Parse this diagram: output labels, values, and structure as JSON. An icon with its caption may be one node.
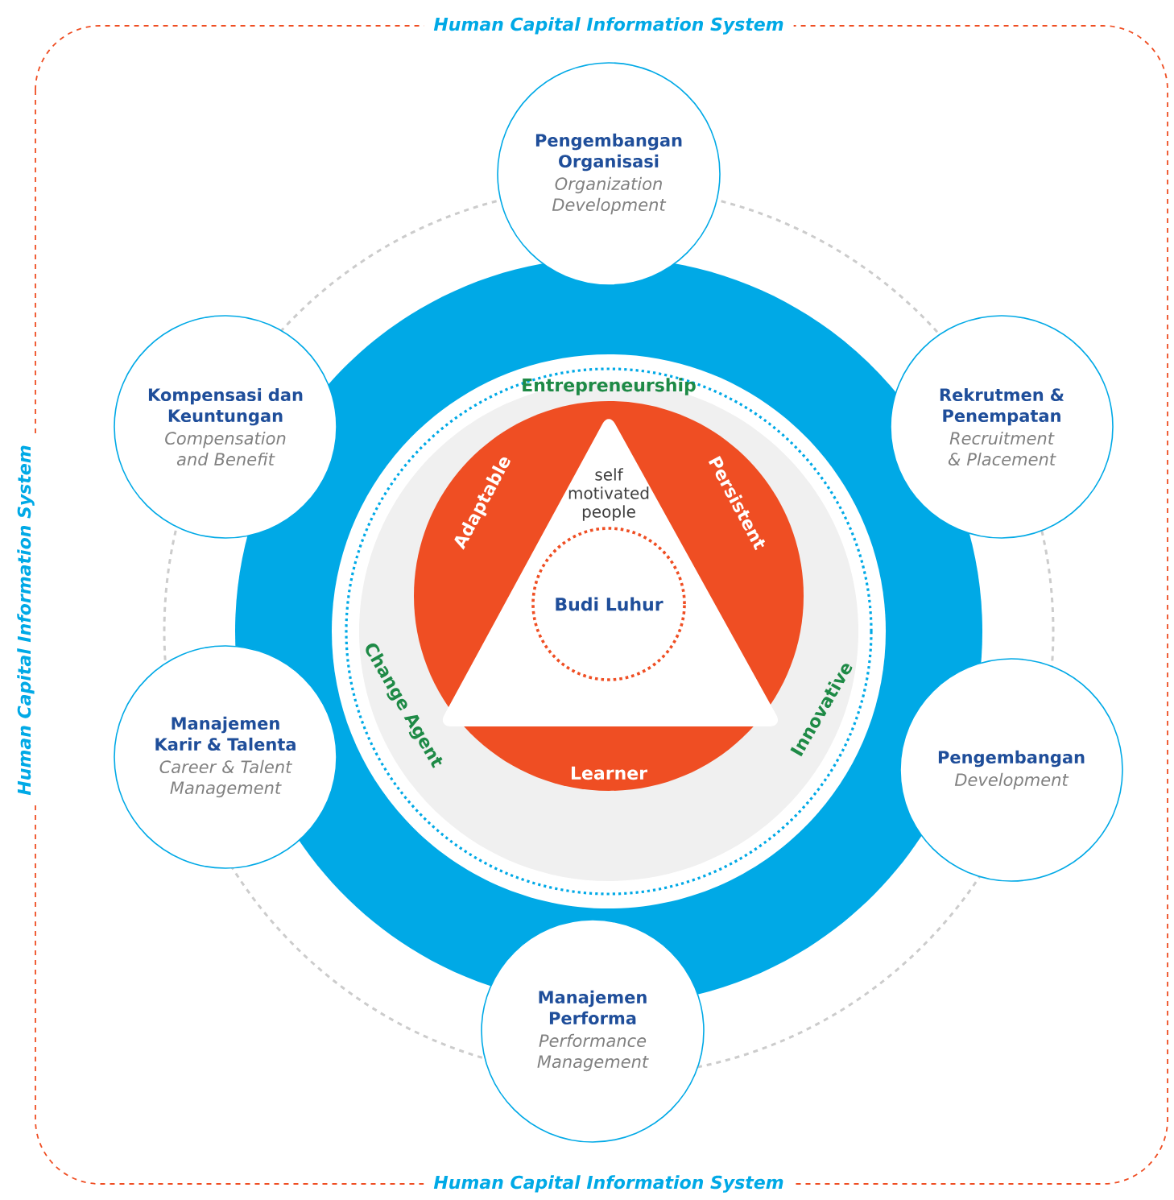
{
  "diagram": {
    "nodes": [
      {
        "text": [
          "Pengembangan Organisasi",
          "Organization Development"
        ]
      },
      {
        "text": [
          "Kompensasi dan Keuntungan",
          "Compensation and Benefit"
        ]
      },
      {
        "text": [
          "Rekrutmen & Penempatan",
          "Recruitment & Placement"
        ]
      },
      {
        "text": [
          "Manajemen Karir & Talenta",
          "Career & Talent Management"
        ]
      },
      {
        "text": [
          "Pengembangan",
          "Development"
        ]
      },
      {
        "text": [
          "Manajemen Performa",
          "Performance Management"
        ]
      },
      {
        "text": [
          "self motivated people"
        ]
      },
      {
        "text": [
          "Budi Luhur"
        ],
        "in": 6
      }
    ],
    "labels": [
      "Human Capital Information System",
      "Entrepreneurship",
      "Adaptable",
      "Persistent",
      "Human Capital Information System",
      "Change Agent",
      "Innovative",
      "Learner",
      "Human Capital Information System"
    ]
  }
}
